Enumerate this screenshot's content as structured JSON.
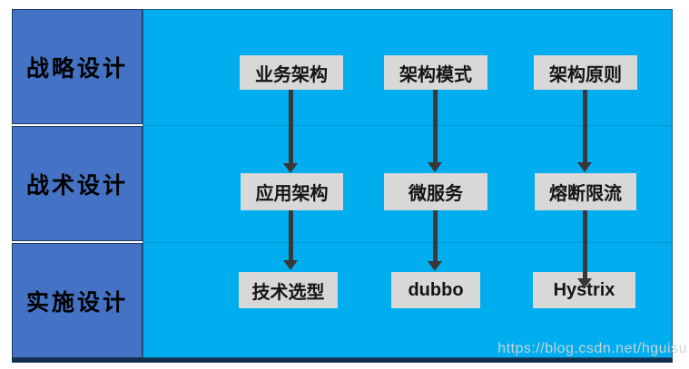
{
  "sidebar": {
    "rows": [
      {
        "label": "战略设计"
      },
      {
        "label": "战术设计"
      },
      {
        "label": "实施设计"
      }
    ]
  },
  "nodes": {
    "r1c1": "业务架构",
    "r1c2": "架构模式",
    "r1c3": "架构原则",
    "r2c1": "应用架构",
    "r2c2": "微服务",
    "r2c3": "熔断限流",
    "r3c1": "技术选型",
    "r3c2": "dubbo",
    "r3c3": "Hystrix"
  },
  "watermark": {
    "text": "https://blog.csdn.net/hguisu"
  },
  "colors": {
    "sidebar_fill": "#4472C4",
    "main_fill": "#00AEEF",
    "node_fill": "#D8D8D8",
    "arrow": "#383838",
    "outer_border": "#1F3864",
    "bottom_border": "#14304F",
    "watermark_text": "#C9D2D8"
  }
}
